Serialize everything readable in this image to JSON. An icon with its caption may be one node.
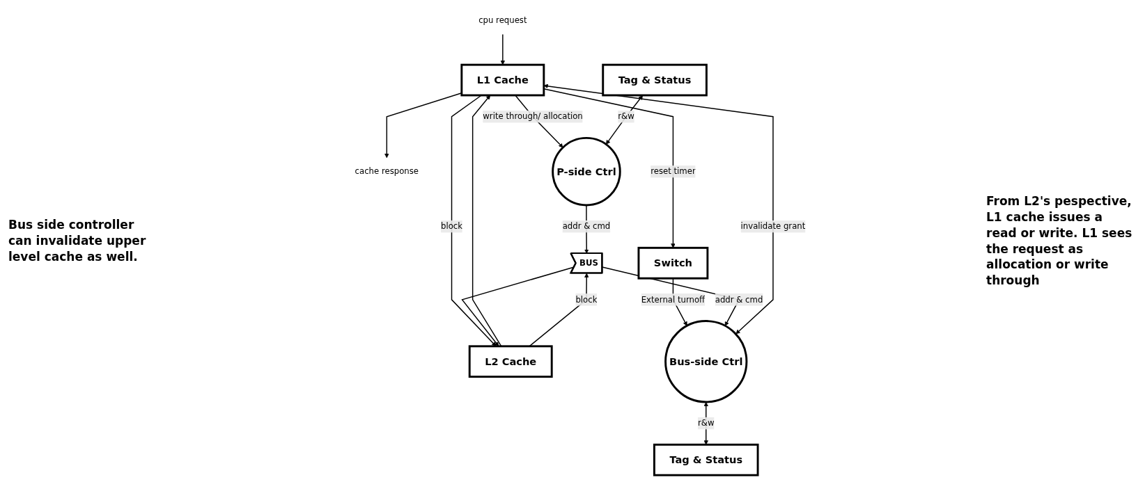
{
  "diagram": {
    "nodes": [
      {
        "text": [
          "cpu request"
        ]
      },
      {
        "text": [
          "cache response"
        ]
      },
      {
        "text": [
          "Switch"
        ]
      },
      {
        "text": [
          "L1 Cache"
        ]
      },
      {
        "text": [
          "Tag & Status"
        ]
      },
      {
        "text": [
          "L2 Cache"
        ]
      },
      {
        "text": [
          "Tag & Status"
        ]
      },
      {
        "text": [
          "Bus-side Ctrl"
        ]
      },
      {
        "text": [
          "P-side Ctrl"
        ]
      },
      {
        "text": [
          "BUS"
        ]
      }
    ],
    "edges": [
      {
        "from": 0,
        "to": 3,
        "arrow": "to"
      },
      {
        "from": 3,
        "to": 1,
        "arrow": "to"
      },
      {
        "from": 3,
        "to": 2,
        "arrow": "to",
        "label": "reset timer"
      },
      {
        "from": 3,
        "to": 8,
        "arrow": "to",
        "label": "write through/ allocation"
      },
      {
        "from": 2,
        "to": 7,
        "arrow": "to",
        "label": "External turnoff"
      },
      {
        "from": 7,
        "to": 3,
        "arrow": "both",
        "label": "invalidate grant"
      },
      {
        "from": 3,
        "to": 5,
        "arrow": "to",
        "label": "block"
      },
      {
        "from": 5,
        "to": 3,
        "arrow": "to"
      },
      {
        "from": 7,
        "to": 4,
        "arrow": "both",
        "label": "r&w"
      },
      {
        "from": 6,
        "to": 8,
        "arrow": "both",
        "label": "r&w"
      },
      {
        "from": 9,
        "to": 7,
        "arrow": "to",
        "label": "addr & cmd"
      },
      {
        "from": 5,
        "to": 9,
        "arrow": "to",
        "label": "block"
      },
      {
        "from": 9,
        "to": 5,
        "arrow": "to"
      },
      {
        "from": 8,
        "to": 9,
        "arrow": "to",
        "label": "addr & cmd"
      }
    ],
    "labels": [
      "Bus side controller can invalidate upper level cache as well.",
      "From L2's pespective, L1 cache issues a read or write. L1 sees the request as allocation or write through"
    ]
  }
}
